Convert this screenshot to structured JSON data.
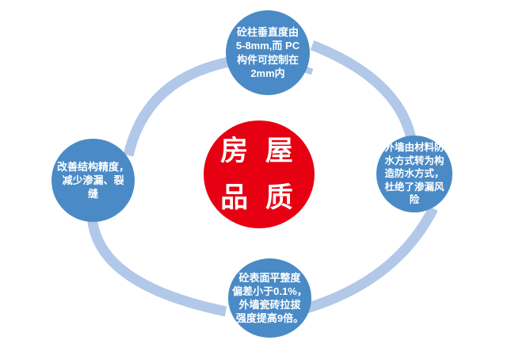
{
  "diagram": {
    "center": {
      "label": "房 屋\n品 质"
    },
    "nodes": [
      {
        "position": "top",
        "text": "砼柱垂直度由\n5-8mm,而 PC\n构件可控制在\n2mm内"
      },
      {
        "position": "right",
        "text": "外墙由材料防\n水方式转为构\n造防水方式，\n杜绝了渗漏风\n险"
      },
      {
        "position": "bottom",
        "text": "砼表面平整度\n偏差小于0.1%，\n外墙瓷砖拉拔\n强度提高9倍。"
      },
      {
        "position": "left",
        "text": "改善结构精度，\n减少渗漏、裂\n缝"
      }
    ],
    "colors": {
      "node_fill": "#4a8ac6",
      "center_fill": "#e60012",
      "ring": "#b1c8e9",
      "text": "#ffffff"
    }
  }
}
